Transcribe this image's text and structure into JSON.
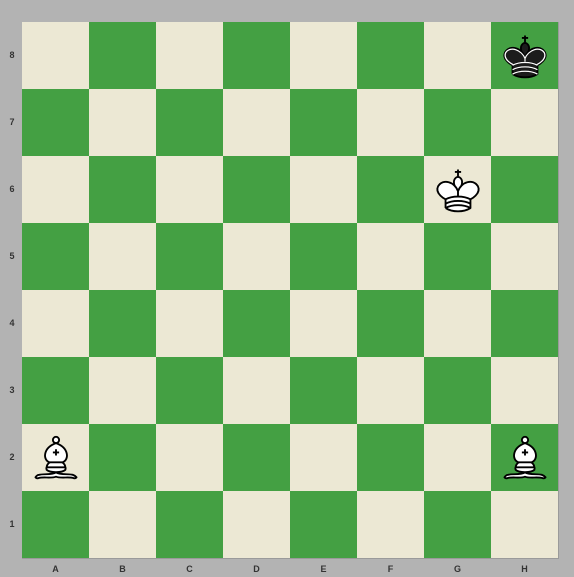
{
  "board": {
    "light_color": "#ece8d4",
    "dark_color": "#44a043",
    "files": [
      "A",
      "B",
      "C",
      "D",
      "E",
      "F",
      "G",
      "H"
    ],
    "ranks": [
      "8",
      "7",
      "6",
      "5",
      "4",
      "3",
      "2",
      "1"
    ],
    "pieces": [
      {
        "square": "h8",
        "type": "king",
        "color": "black",
        "icon": "black-king-icon"
      },
      {
        "square": "g6",
        "type": "king",
        "color": "white",
        "icon": "white-king-icon"
      },
      {
        "square": "a2",
        "type": "bishop",
        "color": "white",
        "icon": "white-bishop-icon"
      },
      {
        "square": "h2",
        "type": "bishop",
        "color": "white",
        "icon": "white-bishop-icon"
      }
    ]
  }
}
